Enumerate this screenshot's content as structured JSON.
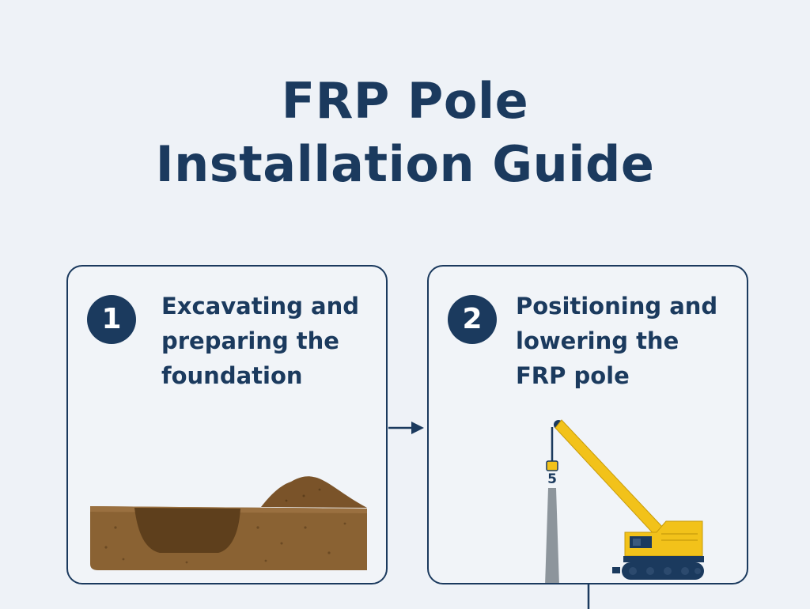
{
  "title": {
    "line1": "FRP Pole",
    "line2": "Installation Guide"
  },
  "steps": [
    {
      "number": "1",
      "lines": [
        "Excavating and",
        "preparing the",
        "foundation"
      ],
      "illustration": "excavated-soil-pit"
    },
    {
      "number": "2",
      "lines": [
        "Positioning and",
        "lowering the",
        "FRP pole"
      ],
      "illustration": "crane-lowering-pole",
      "hook_label": "5"
    }
  ],
  "colors": {
    "navy": "#1b3a5e",
    "background": "#eef2f7",
    "soil": "#8a6233",
    "soil_dark": "#6b4a24",
    "crane_yellow": "#f2c21a",
    "pole_gray": "#8d959c"
  }
}
